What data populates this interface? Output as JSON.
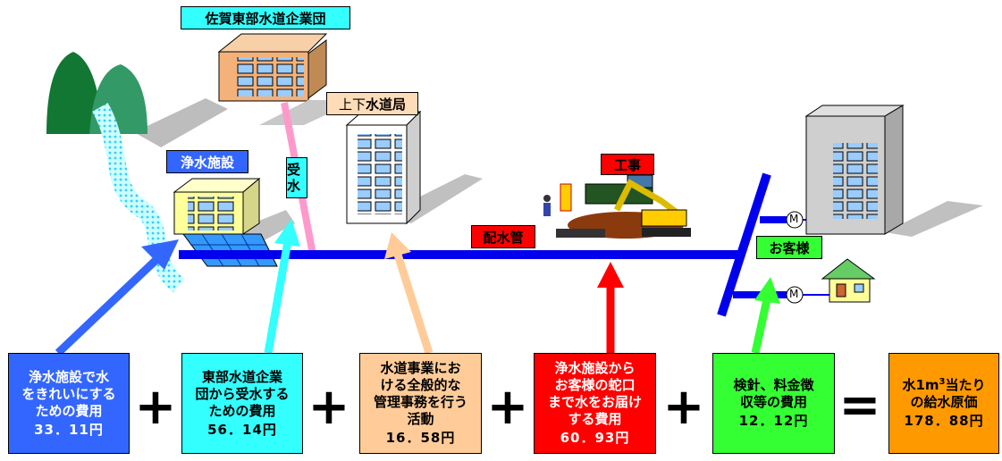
{
  "labels": {
    "authority": "佐賀東部水道企業団",
    "bureau_prefix": "上下",
    "bureau_main": "水道局",
    "plant": "浄水施設",
    "receive": "受水",
    "pipe": "配水管",
    "construction": "工事",
    "customer": "お客様",
    "meter": "M"
  },
  "costs": [
    {
      "text": [
        "浄水施設で水",
        "をきれいにする",
        "ための費用"
      ],
      "amount": "33．11円",
      "color": "#3366ff",
      "text_color": "#ffffff"
    },
    {
      "text": [
        "東部水道企業",
        "団から受水する",
        "ための費用"
      ],
      "amount": "56．14円",
      "color": "#33ffff",
      "text_color": "#000000"
    },
    {
      "text": [
        "水道事業にお",
        "ける全般的な",
        "管理事務を行う",
        "活動"
      ],
      "amount": "16．58円",
      "color": "#ffcc99",
      "text_color": "#000000"
    },
    {
      "text": [
        "浄水施設から",
        "お客様の蛇口",
        "まで水をお届け",
        "する費用"
      ],
      "amount": "60．93円",
      "color": "#ff0000",
      "text_color": "#ffffff"
    },
    {
      "text": [
        "検針、料金徴",
        "収等の費用"
      ],
      "amount": "12．12円",
      "color": "#33ff33",
      "text_color": "#000000"
    }
  ],
  "result": {
    "line1_pre": "水1m",
    "line1_sup": "3",
    "line1_post": "当たり",
    "line2": "の給水原価",
    "amount": "178．88円",
    "color": "#ff9900"
  },
  "operators": [
    "+",
    "+",
    "+",
    "+",
    "="
  ]
}
